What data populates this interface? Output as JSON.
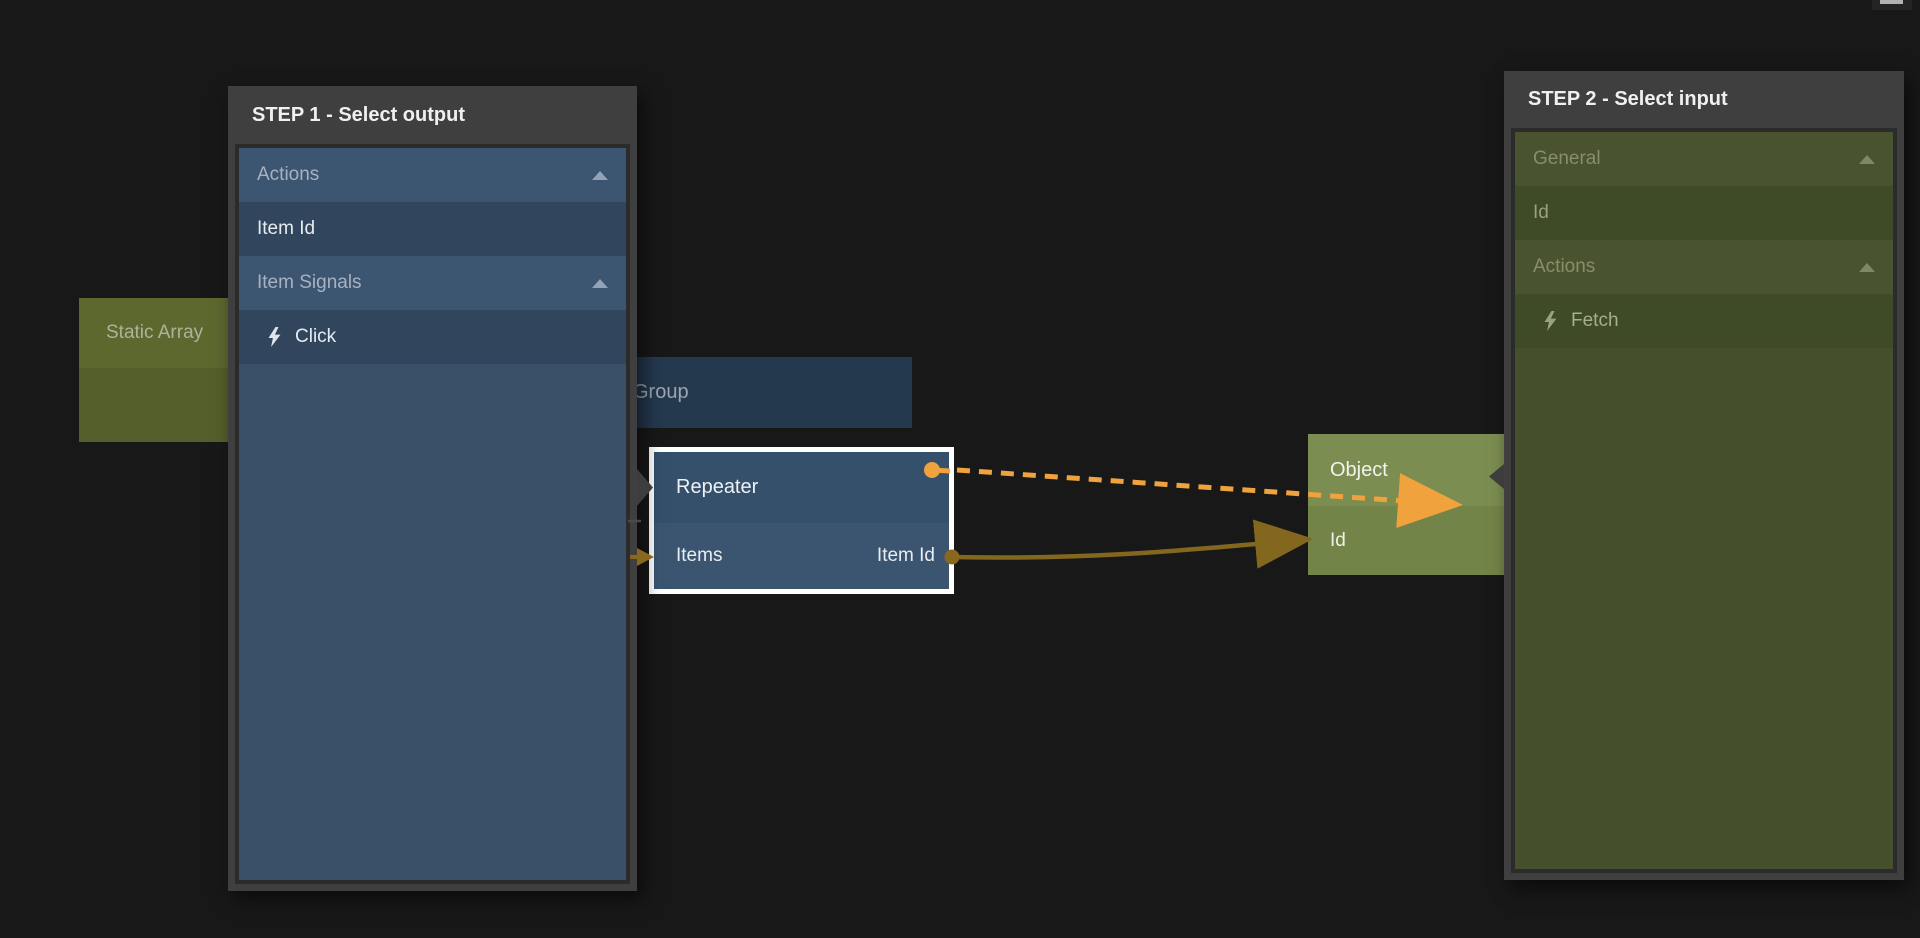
{
  "canvas": {
    "background_color": "#181818"
  },
  "panels": {
    "step1": {
      "title": "STEP 1 - Select output",
      "items": [
        {
          "label": "Actions",
          "type": "category",
          "icon": "caret-up-icon"
        },
        {
          "label": "Item Id",
          "type": "item"
        },
        {
          "label": "Item Signals",
          "type": "category",
          "icon": "caret-up-icon"
        },
        {
          "label": "Click",
          "type": "signal",
          "icon": "lightning-icon"
        }
      ]
    },
    "step2": {
      "title": "STEP 2 - Select input",
      "items": [
        {
          "label": "General",
          "type": "category",
          "icon": "caret-up-icon"
        },
        {
          "label": "Id",
          "type": "item"
        },
        {
          "label": "Actions",
          "type": "category",
          "icon": "caret-up-icon"
        },
        {
          "label": "Fetch",
          "type": "signal",
          "icon": "lightning-icon"
        }
      ]
    }
  },
  "nodes": {
    "static_array": {
      "title": "Static Array"
    },
    "group": {
      "title": "Group"
    },
    "repeater": {
      "title": "Repeater",
      "input_port": "Items",
      "output_port": "Item Id"
    },
    "object": {
      "title": "Object",
      "input_port": "Id"
    }
  },
  "connections": [
    {
      "from": "Repeater (signal out)",
      "to": "Object",
      "style": "dashed",
      "color": "#f0a23c"
    },
    {
      "from": "Repeater Item Id",
      "to": "Object Id",
      "style": "solid",
      "color": "#84671f"
    }
  ],
  "colors": {
    "accent_orange": "#f0a23c",
    "wire_ochre": "#84671f",
    "selected_border": "#ffffff",
    "panel_frame": "#3f3f3f",
    "blue_node": "#35506b",
    "green_node": "#7b8d51",
    "olive_panel": "#454f2b"
  }
}
